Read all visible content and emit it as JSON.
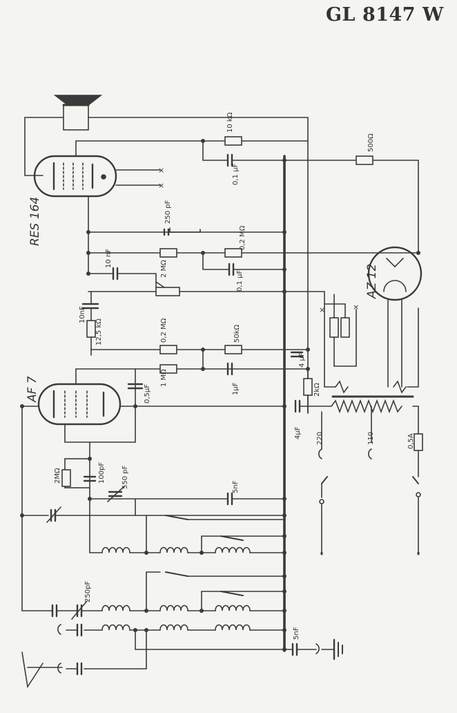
{
  "title": "GL 8147 W",
  "tubes": {
    "output": "RES 164",
    "detector": "AF 7",
    "rectifier": "AZ 12"
  },
  "labels": {
    "r10k": "10 kΩ",
    "r500": "500Ω",
    "c01top": "0,1 μF",
    "c250": "250 pF",
    "r2meg": "2 MΩ",
    "r02a": "0,2 MΩ",
    "c10n": "10 nF",
    "c01b": "0,1 μF",
    "c10nl": "10nF",
    "r125k": "12,5 kΩ",
    "r02b": "0,2 MΩ",
    "r50k": "50kΩ",
    "c4u": "4 μF",
    "r1meg": "1 MΩ",
    "c1u": "1μF",
    "c05u": "0,5μF",
    "r2k": "2kΩ",
    "c4uL": "4μF",
    "v220": "220",
    "v110": "110",
    "f05": "0,5A",
    "r2megL": "2MΩ",
    "c100": "100pF",
    "c550": "550 pF",
    "c5nA": "5nF",
    "c250pf": "250pF",
    "c5nB": "5nF"
  },
  "colors": {
    "ink": "#3a3a3a",
    "paper": "#f4f4f1"
  }
}
